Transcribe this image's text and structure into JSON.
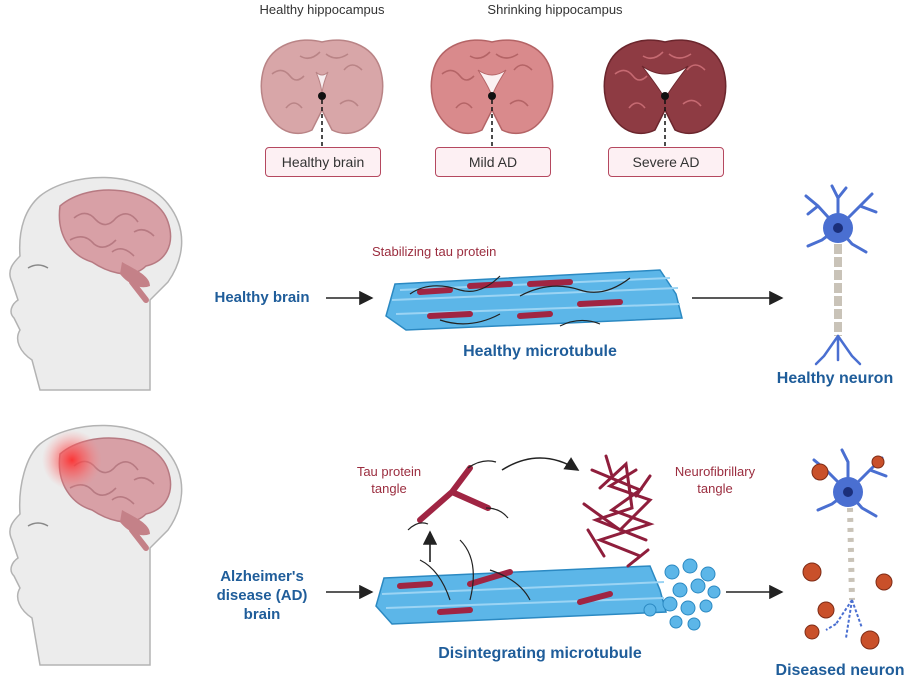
{
  "top": {
    "header_left": "Healthy hippocampus",
    "header_right": "Shrinking hippocampus",
    "stages": [
      {
        "label": "Healthy brain",
        "color": "#d8a6a8"
      },
      {
        "label": "Mild AD",
        "color": "#d98a8c"
      },
      {
        "label": "Severe AD",
        "color": "#8e3b43"
      }
    ]
  },
  "healthy_row": {
    "brain_label": "Healthy brain",
    "tau_label": "Stabilizing tau protein",
    "microtubule_label": "Healthy microtubule",
    "neuron_label": "Healthy neuron"
  },
  "ad_row": {
    "brain_label_lines": [
      "Alzheimer's",
      "disease (AD)",
      "brain"
    ],
    "tangle_label_lines": [
      "Tau protein",
      "tangle"
    ],
    "nft_label_lines": [
      "Neurofibrillary",
      "tangle"
    ],
    "microtubule_label": "Disintegrating microtubule",
    "neuron_label": "Diseased neuron"
  },
  "colors": {
    "label_blue": "#1f5d9a",
    "tau_red": "#9b2d3f",
    "microtubule_blue": "#5cb6e8",
    "neuron_blue": "#4a6fd1",
    "plaque_orange": "#c9502a"
  }
}
